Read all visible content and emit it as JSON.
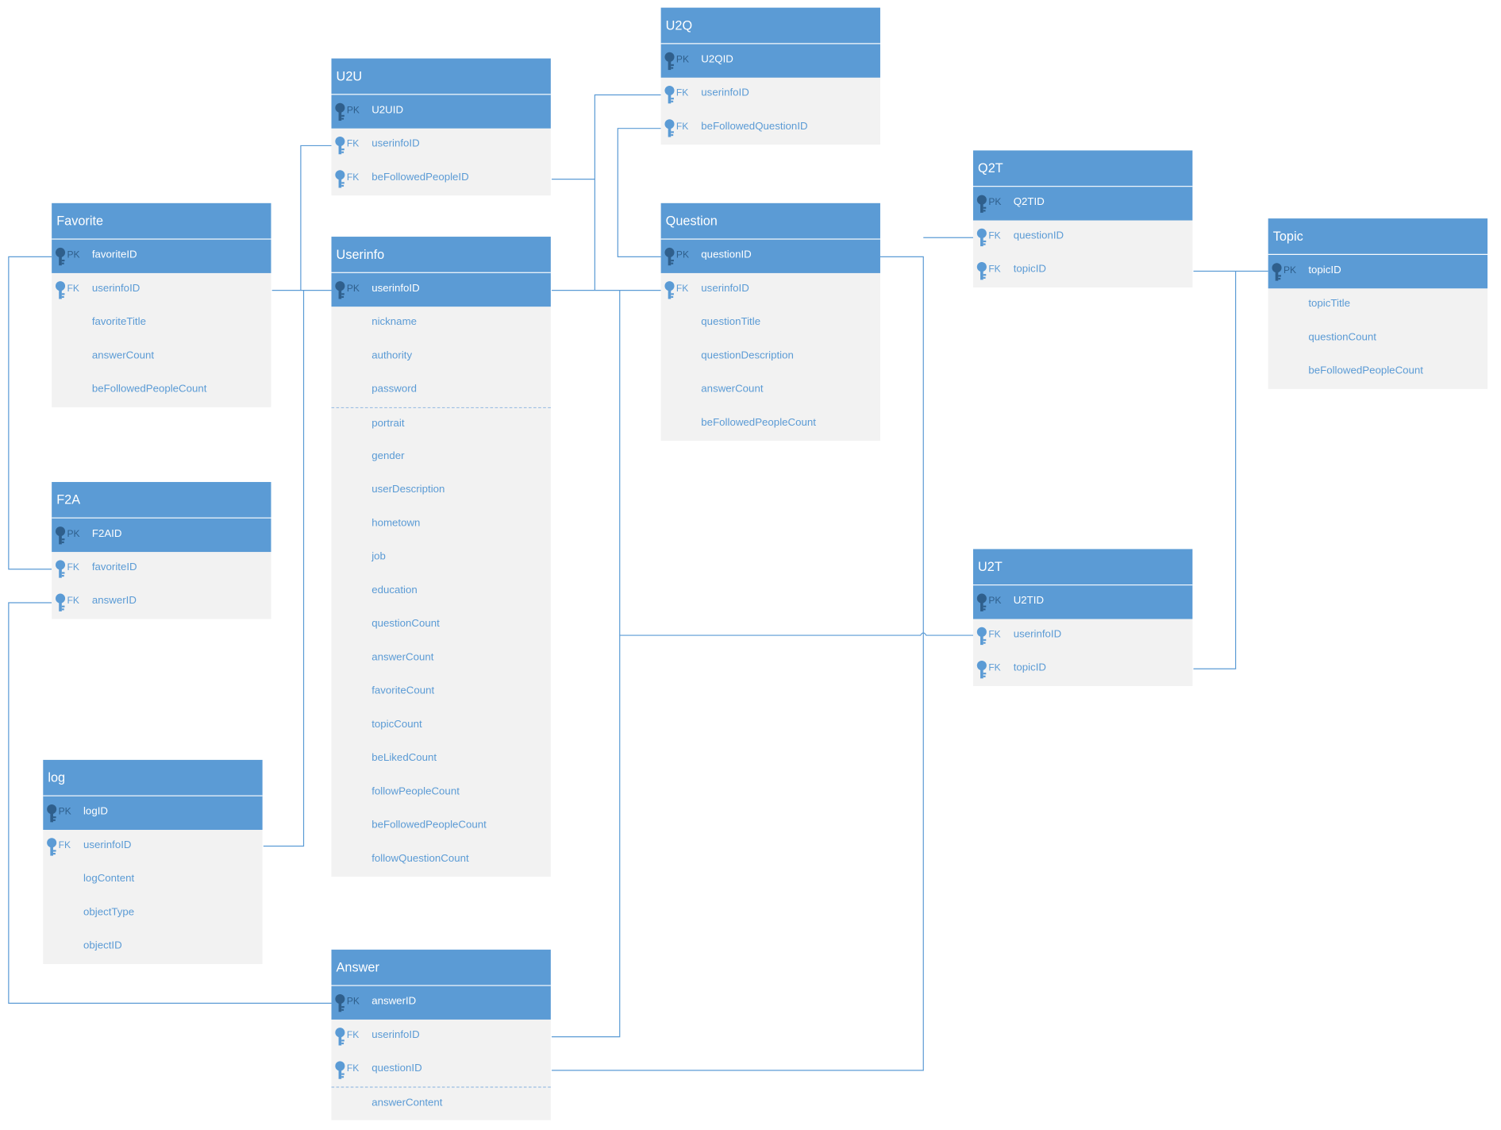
{
  "colors": {
    "header": "#5b9bd5",
    "body": "#f2f2f2",
    "line": "#5b9bd5",
    "pk_icon": "#2f5f8c",
    "fk_icon": "#5b9bd5"
  },
  "icons": {
    "key": "key-icon"
  },
  "entities": [
    {
      "title": "U2Q",
      "attrs": [
        {
          "key": "PK",
          "name": "U2QID"
        },
        {
          "key": "FK",
          "name": "userinfoID"
        },
        {
          "key": "FK",
          "name": "beFollowedQuestionID"
        }
      ]
    },
    {
      "title": "U2U",
      "attrs": [
        {
          "key": "PK",
          "name": "U2UID"
        },
        {
          "key": "FK",
          "name": "userinfoID"
        },
        {
          "key": "FK",
          "name": "beFollowedPeopleID"
        }
      ]
    },
    {
      "title": "Q2T",
      "attrs": [
        {
          "key": "PK",
          "name": "Q2TID"
        },
        {
          "key": "FK",
          "name": "questionID"
        },
        {
          "key": "FK",
          "name": "topicID"
        }
      ]
    },
    {
      "title": "Favorite",
      "attrs": [
        {
          "key": "PK",
          "name": "favoriteID"
        },
        {
          "key": "FK",
          "name": "userinfoID"
        },
        {
          "key": "",
          "name": "favoriteTitle"
        },
        {
          "key": "",
          "name": "answerCount"
        },
        {
          "key": "",
          "name": "beFollowedPeopleCount"
        }
      ]
    },
    {
      "title": "Question",
      "attrs": [
        {
          "key": "PK",
          "name": "questionID"
        },
        {
          "key": "FK",
          "name": "userinfoID"
        },
        {
          "key": "",
          "name": "questionTitle"
        },
        {
          "key": "",
          "name": "questionDescription"
        },
        {
          "key": "",
          "name": "answerCount"
        },
        {
          "key": "",
          "name": "beFollowedPeopleCount"
        }
      ]
    },
    {
      "title": "Topic",
      "attrs": [
        {
          "key": "PK",
          "name": "topicID"
        },
        {
          "key": "",
          "name": "topicTitle"
        },
        {
          "key": "",
          "name": "questionCount"
        },
        {
          "key": "",
          "name": "beFollowedPeopleCount"
        }
      ]
    },
    {
      "title": "Userinfo",
      "attrs": [
        {
          "key": "PK",
          "name": "userinfoID"
        },
        {
          "key": "",
          "name": "nickname"
        },
        {
          "key": "",
          "name": "authority"
        },
        {
          "key": "",
          "name": "password"
        },
        {
          "key": "",
          "name": "portrait"
        },
        {
          "key": "",
          "name": "gender"
        },
        {
          "key": "",
          "name": "userDescription"
        },
        {
          "key": "",
          "name": "hometown"
        },
        {
          "key": "",
          "name": "job"
        },
        {
          "key": "",
          "name": "education"
        },
        {
          "key": "",
          "name": "questionCount"
        },
        {
          "key": "",
          "name": "answerCount"
        },
        {
          "key": "",
          "name": "favoriteCount"
        },
        {
          "key": "",
          "name": "topicCount"
        },
        {
          "key": "",
          "name": "beLikedCount"
        },
        {
          "key": "",
          "name": "followPeopleCount"
        },
        {
          "key": "",
          "name": "beFollowedPeopleCount"
        },
        {
          "key": "",
          "name": "followQuestionCount"
        }
      ]
    },
    {
      "title": "F2A",
      "attrs": [
        {
          "key": "PK",
          "name": "F2AID"
        },
        {
          "key": "FK",
          "name": "favoriteID"
        },
        {
          "key": "FK",
          "name": "answerID"
        }
      ]
    },
    {
      "title": "U2T",
      "attrs": [
        {
          "key": "PK",
          "name": "U2TID"
        },
        {
          "key": "FK",
          "name": "userinfoID"
        },
        {
          "key": "FK",
          "name": "topicID"
        }
      ]
    },
    {
      "title": "log",
      "attrs": [
        {
          "key": "PK",
          "name": "logID"
        },
        {
          "key": "FK",
          "name": "userinfoID"
        },
        {
          "key": "",
          "name": "logContent"
        },
        {
          "key": "",
          "name": "objectType"
        },
        {
          "key": "",
          "name": "objectID"
        }
      ]
    },
    {
      "title": "Answer",
      "attrs": [
        {
          "key": "PK",
          "name": "answerID"
        },
        {
          "key": "FK",
          "name": "userinfoID"
        },
        {
          "key": "FK",
          "name": "questionID"
        },
        {
          "key": "",
          "name": "answerContent"
        }
      ]
    }
  ]
}
